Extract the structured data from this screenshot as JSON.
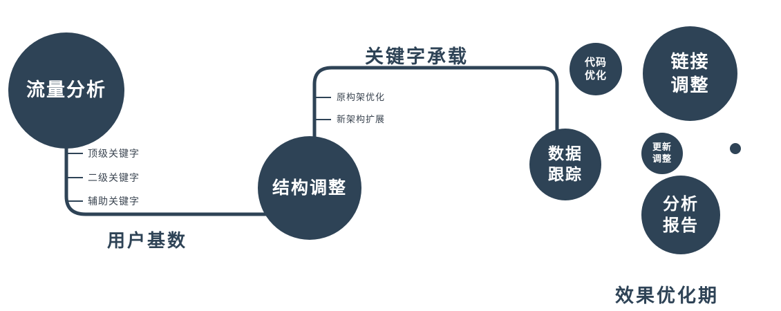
{
  "colors": {
    "primary": "#2e4356",
    "smalllabel": "#3a4450",
    "node_text": "#ffffff",
    "background": "#ffffff"
  },
  "nodes": {
    "traffic": {
      "label": "流量分析"
    },
    "structure": {
      "label": "结构调整"
    },
    "tracking": {
      "line1": "数据",
      "line2": "跟踪"
    },
    "code": {
      "line1": "代码",
      "line2": "优化"
    },
    "link": {
      "line1": "链接",
      "line2": "调整"
    },
    "update": {
      "line1": "更新",
      "line2": "调整"
    },
    "report": {
      "line1": "分析",
      "line2": "报告"
    }
  },
  "edges": {
    "user_base": "用户基数",
    "keyword_carry": "关键字承载"
  },
  "branches": {
    "traffic": [
      "顶级关键字",
      "二级关键字",
      "辅助关键字"
    ],
    "structure": [
      "原构架优化",
      "新架构扩展"
    ]
  },
  "footer": "效果优化期"
}
